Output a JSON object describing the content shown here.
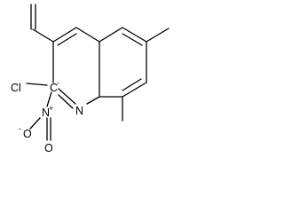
{
  "atoms": {
    "chlorine": "Cl",
    "ring_carbon": "C",
    "ring_nitrogen": "N",
    "nitro_nitrogen": "N",
    "nitro_oxygen_single": "O",
    "nitro_oxygen_double": "O"
  },
  "charges": {
    "ring_carbon": "-",
    "nitro_nitrogen": "+",
    "nitro_oxygen_single": "-"
  }
}
